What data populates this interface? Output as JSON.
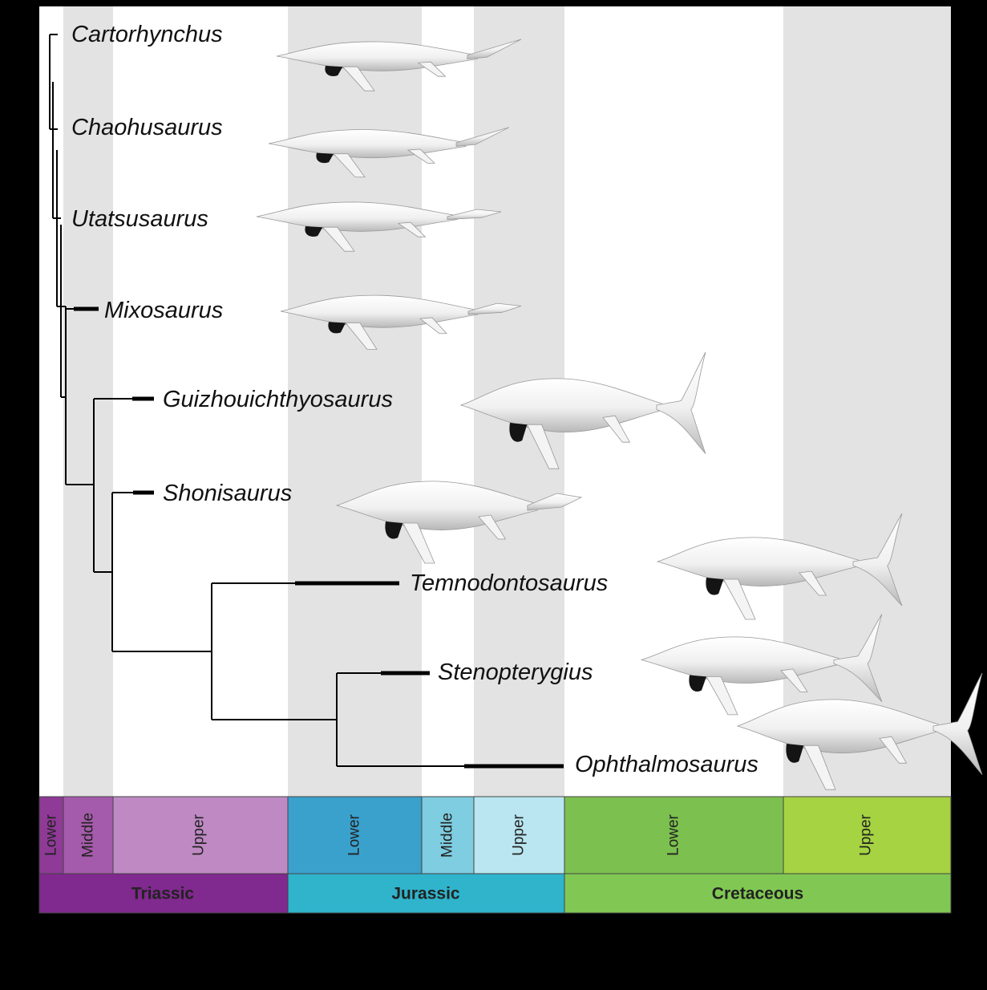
{
  "taxa": [
    {
      "id": "cartorhynchus",
      "name": "Cartorhynchus"
    },
    {
      "id": "chaohusaurus",
      "name": "Chaohusaurus"
    },
    {
      "id": "utatsusaurus",
      "name": "Utatsusaurus"
    },
    {
      "id": "mixosaurus",
      "name": "Mixosaurus"
    },
    {
      "id": "guizhouichthyosaurus",
      "name": "Guizhouichthyosaurus"
    },
    {
      "id": "shonisaurus",
      "name": "Shonisaurus"
    },
    {
      "id": "temnodontosaurus",
      "name": "Temnodontosaurus"
    },
    {
      "id": "stenopterygius",
      "name": "Stenopterygius"
    },
    {
      "id": "ophthalmosaurus",
      "name": "Ophthalmosaurus"
    }
  ],
  "timescale": {
    "stages": [
      {
        "id": "triassic-lower",
        "label": "Lower",
        "color": "#8e3a96"
      },
      {
        "id": "triassic-middle",
        "label": "Middle",
        "color": "#a55bab"
      },
      {
        "id": "triassic-upper",
        "label": "Upper",
        "color": "#bf8ac4"
      },
      {
        "id": "jurassic-lower",
        "label": "Lower",
        "color": "#3aa1cc"
      },
      {
        "id": "jurassic-middle",
        "label": "Middle",
        "color": "#7ecde0"
      },
      {
        "id": "jurassic-upper",
        "label": "Upper",
        "color": "#b9e6f0"
      },
      {
        "id": "cretaceous-lower",
        "label": "Lower",
        "color": "#7cc04f"
      },
      {
        "id": "cretaceous-upper",
        "label": "Upper",
        "color": "#a5d342"
      }
    ],
    "periods": [
      {
        "id": "triassic",
        "label": "Triassic",
        "color": "#80298e"
      },
      {
        "id": "jurassic",
        "label": "Jurassic",
        "color": "#2fb4cc"
      },
      {
        "id": "cretaceous",
        "label": "Cretaceous",
        "color": "#80c853"
      }
    ]
  },
  "colors": {
    "background": "#000000",
    "panel": "#ffffff",
    "band": "#e3e3e3",
    "tree": "#000000",
    "body": "#f2f2f2",
    "flipper": "#141414"
  }
}
